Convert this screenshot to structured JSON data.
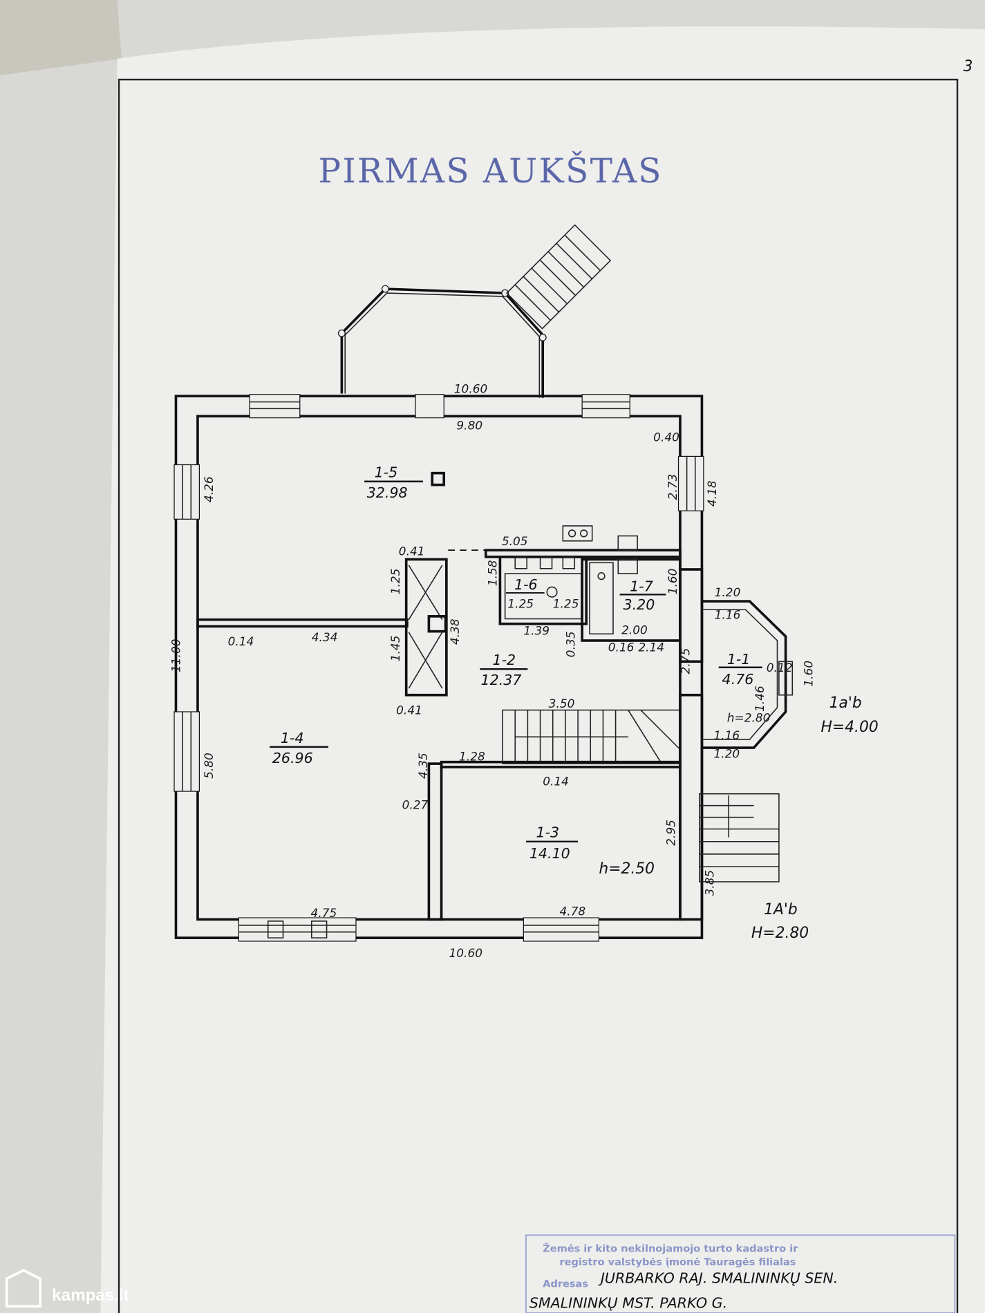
{
  "page_number": "3",
  "title": "PIRMAS AUKŠTAS",
  "rooms": [
    {
      "id": "1-5",
      "area": "32.98"
    },
    {
      "id": "1-4",
      "area": "26.96"
    },
    {
      "id": "1-2",
      "area": "12.37"
    },
    {
      "id": "1-6",
      "area": "1.25"
    },
    {
      "id": "1-7",
      "area": "3.20"
    },
    {
      "id": "1-1",
      "area": "4.76"
    },
    {
      "id": "1-3",
      "area": "14.10"
    }
  ],
  "dimensions": {
    "top_outer": "10.60",
    "top_inner": "9.80",
    "bottom_outer": "10.60",
    "left_outer": "11.00",
    "left_upper": "4.26",
    "left_lower": "5.80",
    "right_upper_a": "2.73",
    "right_upper_b": "4.18",
    "corner": "0.40",
    "wall_014": "0.14",
    "r14_width": "4.34",
    "chimney_041a": "0.41",
    "chimney_041b": "0.41",
    "chimney_125": "1.25",
    "chimney_145": "1.45",
    "chimney_438": "4.38",
    "kitchen_505": "5.05",
    "wc_158": "1.58",
    "wc_125": "1.25",
    "wc_139": "1.39",
    "wc_035": "0.35",
    "bath_160": "1.60",
    "bath_200": "2.00",
    "bath_016": "0.16",
    "bath_214": "2.14",
    "hall_275": "2.75",
    "stair_350": "3.50",
    "door_128": "1.28",
    "wall_014b": "0.14",
    "r14_435": "4.35",
    "r14_027": "0.27",
    "r13_295": "2.95",
    "r13_h": "h=2.50",
    "bot_475": "4.75",
    "bot_478": "4.78",
    "bay_120a": "1.20",
    "bay_116a": "1.16",
    "bay_012": "0.12",
    "bay_146": "1.46",
    "bay_160": "1.60",
    "bay_h": "h=2.80",
    "bay_116b": "1.16",
    "bay_120b": "1.20",
    "entry_385": "3.85"
  },
  "annotations": {
    "a1": "1a'b",
    "a1_h": "H=4.00",
    "a2": "1A'b",
    "a2_h": "H=2.80"
  },
  "stamp": {
    "line1": "Žemės ir kito nekilnojamojo turto kadastro ir",
    "line2": "registro valstybės įmonė Tauragės filialas",
    "label": "Adresas",
    "address1": "JURBARKO RAJ. SMALININKŲ SEN.",
    "address2": "SMALININKŲ MST.   PARKO G."
  },
  "watermark": "kampas.lt"
}
